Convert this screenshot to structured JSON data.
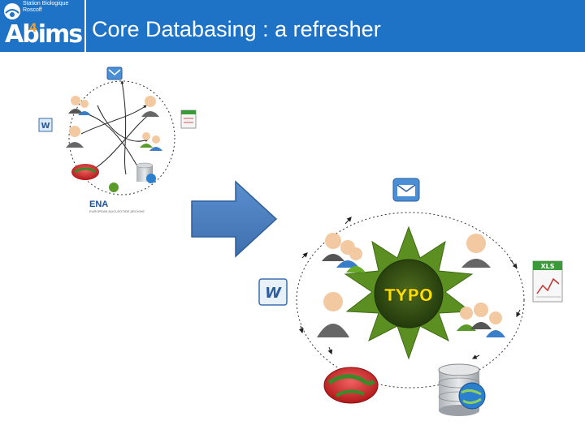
{
  "header": {
    "title": "Core Databasing : a refresher",
    "logo_small_text": "Station Biologique Roscoff",
    "logo_big_text": "Abims",
    "logo_superscript": "4"
  },
  "diagram": {
    "small": {
      "ena_label": "ENA",
      "ena_sub_label": "EUROPEAN NUCLEOTIDE ARCHIVE"
    },
    "large": {
      "center_label": "TYPO",
      "xls_label": "XLS",
      "word_label": "W"
    }
  },
  "colors": {
    "header_bg": "#1f73c6",
    "arrow_fill": "#4f81bd",
    "sun_green": "#5b8f22",
    "center_dark": "#2f4a12",
    "center_text": "#f5e000"
  }
}
